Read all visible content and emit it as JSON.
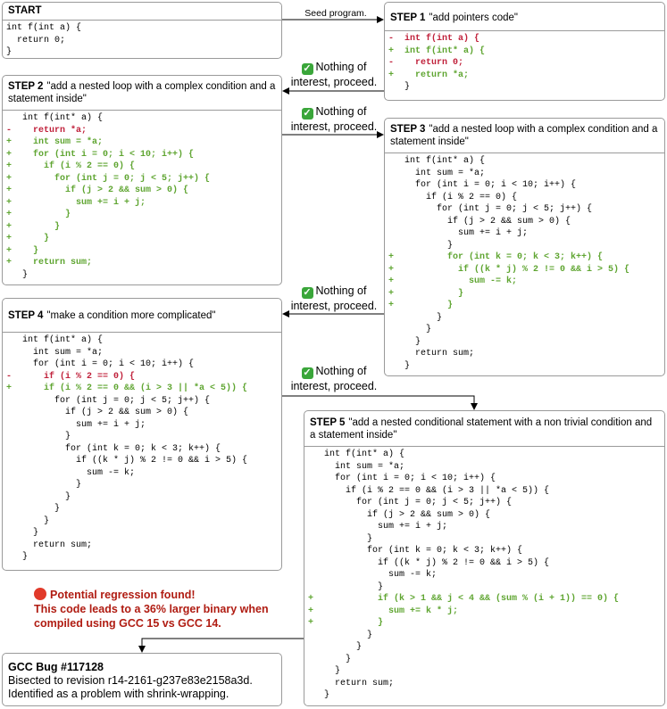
{
  "start": {
    "title": "START",
    "code": [
      {
        "t": "int f(int a) {",
        "k": ""
      },
      {
        "t": "  return 0;",
        "k": ""
      },
      {
        "t": "}",
        "k": ""
      }
    ]
  },
  "edge_seed": "Seed program.",
  "step1": {
    "label": "STEP 1",
    "desc": "\"add pointers code\"",
    "code": [
      {
        "t": "-  int f(int a) {",
        "k": "del"
      },
      {
        "t": "+  int f(int* a) {",
        "k": "add"
      },
      {
        "t": "-    return 0;",
        "k": "del"
      },
      {
        "t": "+    return *a;",
        "k": "add"
      },
      {
        "t": "   }",
        "k": ""
      }
    ]
  },
  "notes": {
    "line1": "Nothing of",
    "line2": "interest, proceed."
  },
  "step2": {
    "label": "STEP 2",
    "desc": "\"add a nested loop with a complex condition and a statement inside\"",
    "code": [
      {
        "t": "   int f(int* a) {",
        "k": ""
      },
      {
        "t": "-    return *a;",
        "k": "del"
      },
      {
        "t": "+    int sum = *a;",
        "k": "add"
      },
      {
        "t": "+    for (int i = 0; i < 10; i++) {",
        "k": "add"
      },
      {
        "t": "+      if (i % 2 == 0) {",
        "k": "add"
      },
      {
        "t": "+        for (int j = 0; j < 5; j++) {",
        "k": "add"
      },
      {
        "t": "+          if (j > 2 && sum > 0) {",
        "k": "add"
      },
      {
        "t": "+            sum += i + j;",
        "k": "add"
      },
      {
        "t": "+          }",
        "k": "add"
      },
      {
        "t": "+        }",
        "k": "add"
      },
      {
        "t": "+      }",
        "k": "add"
      },
      {
        "t": "+    }",
        "k": "add"
      },
      {
        "t": "+    return sum;",
        "k": "add"
      },
      {
        "t": "   }",
        "k": ""
      }
    ]
  },
  "step3": {
    "label": "STEP 3",
    "desc": "\"add a nested loop with a complex condition and a statement inside\"",
    "code": [
      {
        "t": "   int f(int* a) {",
        "k": ""
      },
      {
        "t": "     int sum = *a;",
        "k": ""
      },
      {
        "t": "     for (int i = 0; i < 10; i++) {",
        "k": ""
      },
      {
        "t": "       if (i % 2 == 0) {",
        "k": ""
      },
      {
        "t": "         for (int j = 0; j < 5; j++) {",
        "k": ""
      },
      {
        "t": "           if (j > 2 && sum > 0) {",
        "k": ""
      },
      {
        "t": "             sum += i + j;",
        "k": ""
      },
      {
        "t": "           }",
        "k": ""
      },
      {
        "t": "+          for (int k = 0; k < 3; k++) {",
        "k": "add"
      },
      {
        "t": "+            if ((k * j) % 2 != 0 && i > 5) {",
        "k": "add"
      },
      {
        "t": "+              sum -= k;",
        "k": "add"
      },
      {
        "t": "+            }",
        "k": "add"
      },
      {
        "t": "+          }",
        "k": "add"
      },
      {
        "t": "         }",
        "k": ""
      },
      {
        "t": "       }",
        "k": ""
      },
      {
        "t": "     }",
        "k": ""
      },
      {
        "t": "     return sum;",
        "k": ""
      },
      {
        "t": "   }",
        "k": ""
      }
    ]
  },
  "step4": {
    "label": "STEP 4",
    "desc": "\"make a condition more complicated\"",
    "code": [
      {
        "t": "   int f(int* a) {",
        "k": ""
      },
      {
        "t": "     int sum = *a;",
        "k": ""
      },
      {
        "t": "     for (int i = 0; i < 10; i++) {",
        "k": ""
      },
      {
        "t": "-      if (i % 2 == 0) {",
        "k": "del"
      },
      {
        "t": "+      if (i % 2 == 0 && (i > 3 || *a < 5)) {",
        "k": "add"
      },
      {
        "t": "         for (int j = 0; j < 5; j++) {",
        "k": ""
      },
      {
        "t": "           if (j > 2 && sum > 0) {",
        "k": ""
      },
      {
        "t": "             sum += i + j;",
        "k": ""
      },
      {
        "t": "           }",
        "k": ""
      },
      {
        "t": "           for (int k = 0; k < 3; k++) {",
        "k": ""
      },
      {
        "t": "             if ((k * j) % 2 != 0 && i > 5) {",
        "k": ""
      },
      {
        "t": "               sum -= k;",
        "k": ""
      },
      {
        "t": "             }",
        "k": ""
      },
      {
        "t": "           }",
        "k": ""
      },
      {
        "t": "         }",
        "k": ""
      },
      {
        "t": "       }",
        "k": ""
      },
      {
        "t": "     }",
        "k": ""
      },
      {
        "t": "     return sum;",
        "k": ""
      },
      {
        "t": "   }",
        "k": ""
      }
    ]
  },
  "step5": {
    "label": "STEP 5",
    "desc": "\"add a nested conditional statement with a non trivial condition and a statement inside\"",
    "code": [
      {
        "t": "   int f(int* a) {",
        "k": ""
      },
      {
        "t": "     int sum = *a;",
        "k": ""
      },
      {
        "t": "     for (int i = 0; i < 10; i++) {",
        "k": ""
      },
      {
        "t": "       if (i % 2 == 0 && (i > 3 || *a < 5)) {",
        "k": ""
      },
      {
        "t": "         for (int j = 0; j < 5; j++) {",
        "k": ""
      },
      {
        "t": "           if (j > 2 && sum > 0) {",
        "k": ""
      },
      {
        "t": "             sum += i + j;",
        "k": ""
      },
      {
        "t": "           }",
        "k": ""
      },
      {
        "t": "           for (int k = 0; k < 3; k++) {",
        "k": ""
      },
      {
        "t": "             if ((k * j) % 2 != 0 && i > 5) {",
        "k": ""
      },
      {
        "t": "               sum -= k;",
        "k": ""
      },
      {
        "t": "             }",
        "k": ""
      },
      {
        "t": "+            if (k > 1 && j < 4 && (sum % (i + 1)) == 0) {",
        "k": "add"
      },
      {
        "t": "+              sum += k * j;",
        "k": "add"
      },
      {
        "t": "+            }",
        "k": "add"
      },
      {
        "t": "           }",
        "k": ""
      },
      {
        "t": "         }",
        "k": ""
      },
      {
        "t": "       }",
        "k": ""
      },
      {
        "t": "     }",
        "k": ""
      },
      {
        "t": "     return sum;",
        "k": ""
      },
      {
        "t": "   }",
        "k": ""
      }
    ]
  },
  "regression": {
    "title": "Potential regression found!",
    "line1": "This code leads to a 36% larger binary when",
    "line2": "compiled using GCC 15 vs GCC 14."
  },
  "bug": {
    "title": "GCC Bug #117128",
    "line1": "Bisected to revision r14-2161-g237e83e2158a3d.",
    "line2": "Identified as a problem with shrink-wrapping."
  },
  "colors": {
    "added": "#5fa531",
    "removed": "#c0213b",
    "regression": "#b01c12",
    "check": "#3aa63a"
  }
}
